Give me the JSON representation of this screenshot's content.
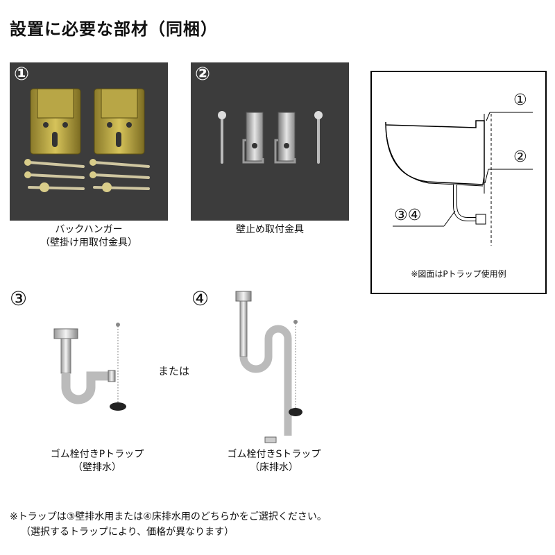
{
  "page_title": "設置に必要な部材（同梱）",
  "items": [
    {
      "marker": "①",
      "name": "バックハンガー",
      "sub": "（壁掛け用取付金具）"
    },
    {
      "marker": "②",
      "name": "壁止め取付金具",
      "sub": ""
    },
    {
      "marker": "③",
      "name": "ゴム栓付きPトラップ",
      "sub": "（壁排水）"
    },
    {
      "marker": "④",
      "name": "ゴム栓付きSトラップ",
      "sub": "（床排水）"
    }
  ],
  "or_label": "または",
  "diagram": {
    "label_1": "①",
    "label_2": "②",
    "label_34": "③④",
    "caption": "※図面はPトラップ使用例"
  },
  "notes": [
    "※トラップは③壁排水用または④床排水用のどちらかをご選択ください。",
    "（選択するトラップにより、価格が異なります）"
  ]
}
